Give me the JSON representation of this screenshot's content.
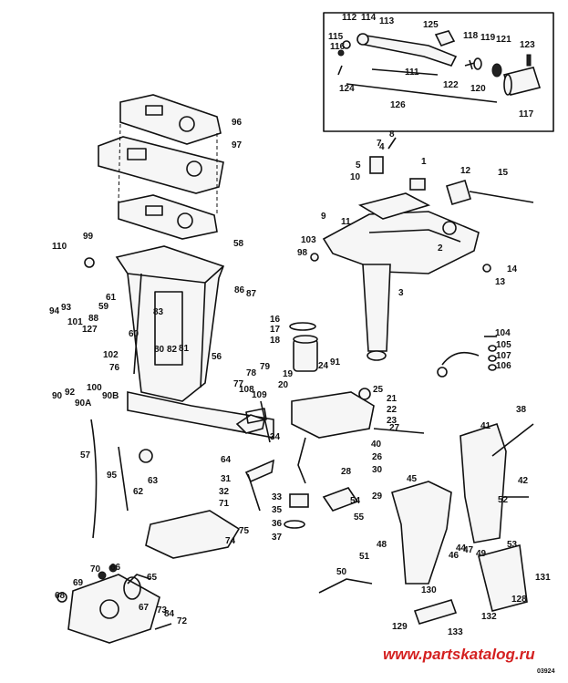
{
  "watermark": "www.partskatalog.ru",
  "drawing_code": "03924",
  "callouts": [
    "1",
    "2",
    "3",
    "4",
    "5",
    "7",
    "8",
    "9",
    "10",
    "11",
    "12",
    "13",
    "14",
    "15",
    "16",
    "17",
    "18",
    "19",
    "20",
    "21",
    "22",
    "23",
    "24",
    "25",
    "26",
    "27",
    "28",
    "29",
    "30",
    "31",
    "32",
    "33",
    "34",
    "35",
    "36",
    "37",
    "38",
    "40",
    "41",
    "42",
    "44",
    "45",
    "46",
    "47",
    "48",
    "49",
    "50",
    "51",
    "52",
    "53",
    "54",
    "55",
    "56",
    "57",
    "58",
    "59",
    "60",
    "61",
    "62",
    "63",
    "64",
    "65",
    "66",
    "67",
    "68",
    "69",
    "70",
    "71",
    "72",
    "73",
    "74",
    "75",
    "76",
    "77",
    "78",
    "79",
    "80",
    "81",
    "82",
    "83",
    "84",
    "86",
    "87",
    "88",
    "90",
    "90A",
    "90B",
    "91",
    "92",
    "93",
    "94",
    "95",
    "96",
    "97",
    "98",
    "99",
    "100",
    "101",
    "102",
    "103",
    "104",
    "105",
    "106",
    "107",
    "108",
    "109",
    "110",
    "111",
    "112",
    "113",
    "114",
    "115",
    "116",
    "117",
    "118",
    "119",
    "120",
    "121",
    "122",
    "123",
    "124",
    "125",
    "126",
    "127",
    "128",
    "129",
    "130",
    "131",
    "132",
    "133"
  ]
}
